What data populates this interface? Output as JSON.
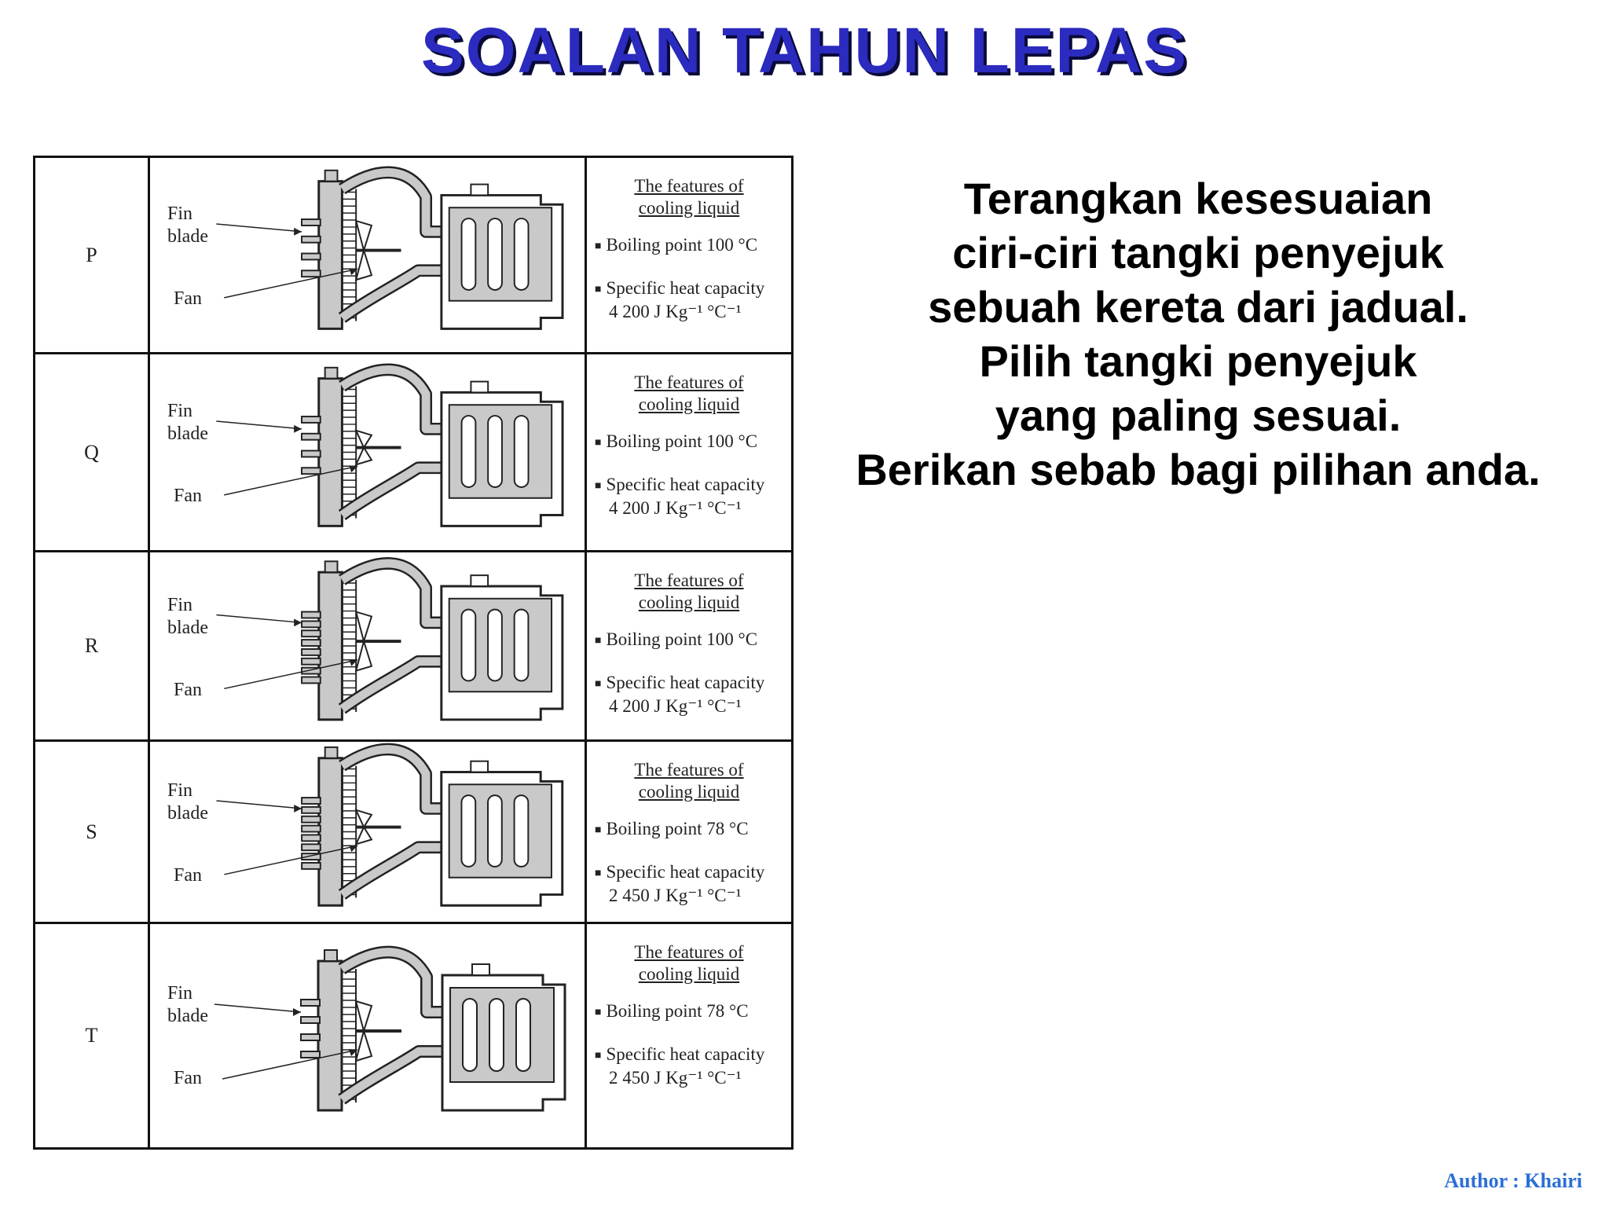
{
  "title": "SOALAN TAHUN LEPAS",
  "question": {
    "lines": [
      "Terangkan kesesuaian",
      "ciri-ciri tangki penyejuk",
      "sebuah kereta dari jadual.",
      "Pilih tangki penyejuk",
      "yang paling sesuai.",
      "Berikan sebab bagi pilihan anda."
    ]
  },
  "author": "Author : Khairi",
  "table": {
    "diagram_labels": {
      "fin": "Fin",
      "blade": "blade",
      "fan": "Fan"
    },
    "features_heading": [
      "The features of",
      "cooling liquid"
    ],
    "rows": [
      {
        "label": "P",
        "boiling_point": "Boiling point 100 °C",
        "heat_capacity": "Specific heat capacity",
        "heat_capacity_value": "4 200 J Kg⁻¹ °C⁻¹",
        "fin_count": "few",
        "fan_size": "large"
      },
      {
        "label": "Q",
        "boiling_point": "Boiling point 100 °C",
        "heat_capacity": "Specific heat capacity",
        "heat_capacity_value": "4 200 J Kg⁻¹ °C⁻¹",
        "fin_count": "few",
        "fan_size": "small"
      },
      {
        "label": "R",
        "boiling_point": "Boiling point 100 °C",
        "heat_capacity": "Specific heat capacity",
        "heat_capacity_value": "4 200 J Kg⁻¹ °C⁻¹",
        "fin_count": "many",
        "fan_size": "large"
      },
      {
        "label": "S",
        "boiling_point": "Boiling point 78 °C",
        "heat_capacity": "Specific heat capacity",
        "heat_capacity_value": "2 450 J Kg⁻¹ °C⁻¹",
        "fin_count": "many",
        "fan_size": "small"
      },
      {
        "label": "T",
        "boiling_point": "Boiling point 78 °C",
        "heat_capacity": "Specific heat capacity",
        "heat_capacity_value": "2 450 J Kg⁻¹ °C⁻¹",
        "fin_count": "few",
        "fan_size": "large"
      }
    ]
  },
  "colors": {
    "title": "#2b2bbf",
    "title_shadow": "#0a0a3a",
    "author": "#2c6fd6",
    "diagram_fill": "#c9c9c9"
  }
}
